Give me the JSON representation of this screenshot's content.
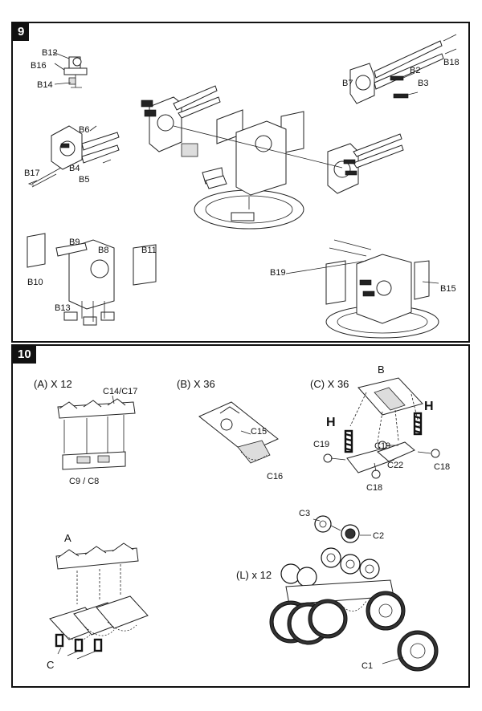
{
  "step9": {
    "number": "9",
    "labels": {
      "b12": "B12",
      "b16": "B16",
      "b14": "B14",
      "b6": "B6",
      "b17": "B17",
      "b4": "B4",
      "b5": "B5",
      "b18": "B18",
      "b7": "B7",
      "b2": "B2",
      "b3": "B3",
      "b9": "B9",
      "b8": "B8",
      "b11": "B11",
      "b10": "B10",
      "b13": "B13",
      "b19": "B19",
      "b15": "B15"
    }
  },
  "step10": {
    "number": "10",
    "sub_a": {
      "caption": "(A) X 12",
      "c14c17": "C14/C17",
      "c9c8": "C9 / C8"
    },
    "sub_b": {
      "caption": "(B) X 36",
      "c15": "C15",
      "c16": "C16"
    },
    "sub_c": {
      "caption": "(C) X 36",
      "b": "B",
      "h_left": "H",
      "h_right": "H",
      "c19_left": "C19",
      "c19_right": "C19",
      "c22": "C22",
      "c18_right": "C18",
      "c18_bottom": "C18"
    },
    "sub_final": {
      "a": "A",
      "c": "C"
    },
    "sub_l": {
      "caption": "(L) x 12",
      "c3": "C3",
      "c2": "C2",
      "c1": "C1"
    }
  }
}
